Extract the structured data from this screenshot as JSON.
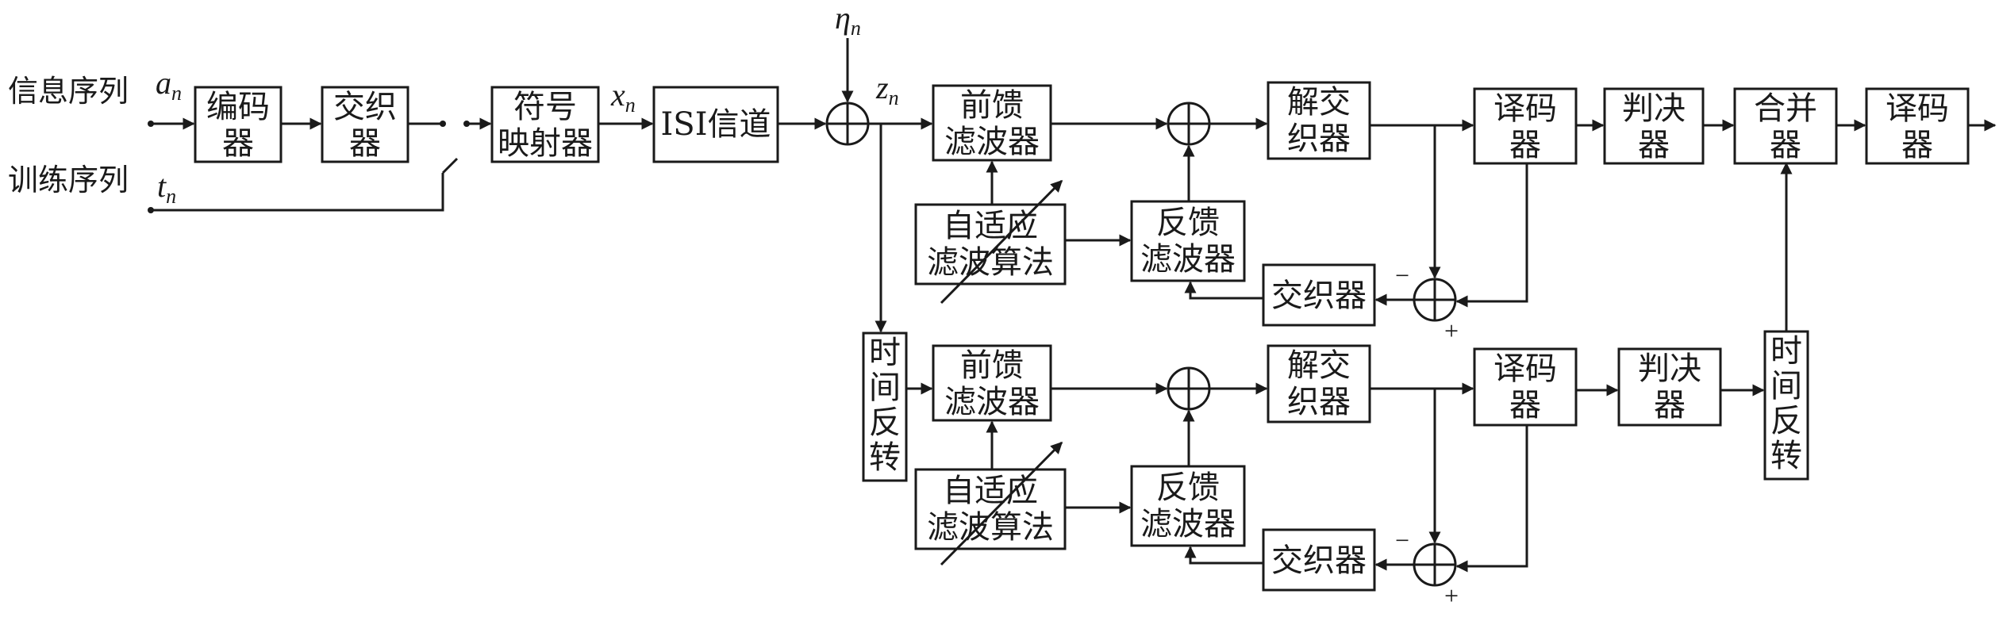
{
  "inputs": {
    "info_label": "信息序列",
    "info_symbol": "a",
    "info_sub": "n",
    "train_label": "训练序列",
    "train_symbol": "t",
    "train_sub": "n"
  },
  "signals": {
    "x_symbol": "x",
    "x_sub": "n",
    "z_symbol": "z",
    "z_sub": "n",
    "noise_symbol": "η",
    "noise_sub": "n"
  },
  "blocks": {
    "encoder": [
      "编码",
      "器"
    ],
    "interleaver": [
      "交织",
      "器"
    ],
    "mapper": [
      "符号",
      "映射器"
    ],
    "channel": [
      "ISI信道"
    ],
    "combiner": [
      "合并",
      "器"
    ],
    "final_decoder": [
      "译码",
      "器"
    ]
  },
  "branch": {
    "time_reverse": [
      "时",
      "间",
      "反",
      "转"
    ],
    "feedforward": [
      "前馈",
      "滤波器"
    ],
    "adaptive": [
      "自适应",
      "滤波算法"
    ],
    "feedback": [
      "反馈",
      "滤波器"
    ],
    "deinterleaver": [
      "解交",
      "织器"
    ],
    "decoder": [
      "译码",
      "器"
    ],
    "decision": [
      "判决",
      "器"
    ],
    "reinterleaver": "交织器",
    "minus": "−",
    "plus": "+"
  }
}
